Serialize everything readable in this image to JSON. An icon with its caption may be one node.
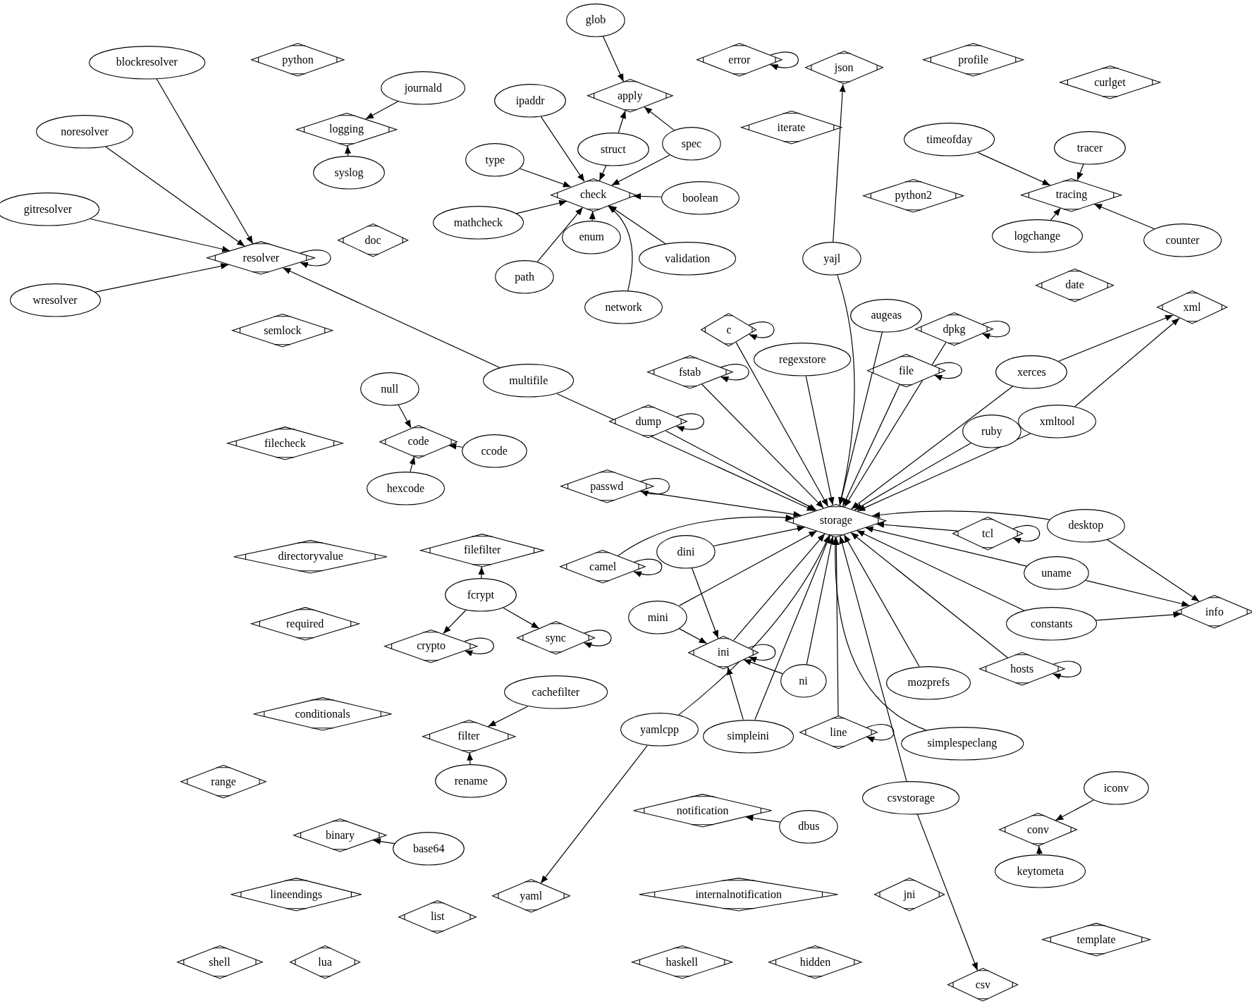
{
  "diagram": {
    "nodes": [
      {
        "text": [
          "glob"
        ]
      },
      {
        "text": [
          "python"
        ]
      },
      {
        "text": [
          "error"
        ]
      },
      {
        "text": [
          "json"
        ]
      },
      {
        "text": [
          "profile"
        ]
      },
      {
        "text": [
          "blockresolver"
        ]
      },
      {
        "text": [
          "journald"
        ]
      },
      {
        "text": [
          "curlget"
        ]
      },
      {
        "text": [
          "apply"
        ]
      },
      {
        "text": [
          "ipaddr"
        ]
      },
      {
        "text": [
          "logging"
        ]
      },
      {
        "text": [
          "iterate"
        ]
      },
      {
        "text": [
          "noresolver"
        ]
      },
      {
        "text": [
          "timeofday"
        ]
      },
      {
        "text": [
          "spec"
        ]
      },
      {
        "text": [
          "struct"
        ]
      },
      {
        "text": [
          "tracer"
        ]
      },
      {
        "text": [
          "type"
        ]
      },
      {
        "text": [
          "syslog"
        ]
      },
      {
        "text": [
          "check"
        ]
      },
      {
        "text": [
          "python2"
        ]
      },
      {
        "text": [
          "tracing"
        ]
      },
      {
        "text": [
          "boolean"
        ]
      },
      {
        "text": [
          "gitresolver"
        ]
      },
      {
        "text": [
          "mathcheck"
        ]
      },
      {
        "text": [
          "enum"
        ]
      },
      {
        "text": [
          "logchange"
        ]
      },
      {
        "text": [
          "doc"
        ]
      },
      {
        "text": [
          "counter"
        ]
      },
      {
        "text": [
          "resolver"
        ]
      },
      {
        "text": [
          "validation"
        ]
      },
      {
        "text": [
          "yajl"
        ]
      },
      {
        "text": [
          "path"
        ]
      },
      {
        "text": [
          "date"
        ]
      },
      {
        "text": [
          "wresolver"
        ]
      },
      {
        "text": [
          "network"
        ]
      },
      {
        "text": [
          "xml"
        ]
      },
      {
        "text": [
          "augeas"
        ]
      },
      {
        "text": [
          "c"
        ]
      },
      {
        "text": [
          "dpkg"
        ]
      },
      {
        "text": [
          "semlock"
        ]
      },
      {
        "text": [
          "regexstore"
        ]
      },
      {
        "text": [
          "file"
        ]
      },
      {
        "text": [
          "fstab"
        ]
      },
      {
        "text": [
          "xerces"
        ]
      },
      {
        "text": [
          "multifile"
        ]
      },
      {
        "text": [
          "null"
        ]
      },
      {
        "text": [
          "dump"
        ]
      },
      {
        "text": [
          "xmltool"
        ]
      },
      {
        "text": [
          "ruby"
        ]
      },
      {
        "text": [
          "code"
        ]
      },
      {
        "text": [
          "filecheck"
        ]
      },
      {
        "text": [
          "ccode"
        ]
      },
      {
        "text": [
          "passwd"
        ]
      },
      {
        "text": [
          "hexcode"
        ]
      },
      {
        "text": [
          "storage"
        ]
      },
      {
        "text": [
          "tcl"
        ]
      },
      {
        "text": [
          "desktop"
        ]
      },
      {
        "text": [
          "filefilter"
        ]
      },
      {
        "text": [
          "directoryvalue"
        ]
      },
      {
        "text": [
          "dini"
        ]
      },
      {
        "text": [
          "camel"
        ]
      },
      {
        "text": [
          "uname"
        ]
      },
      {
        "text": [
          "fcrypt"
        ]
      },
      {
        "text": [
          "mini"
        ]
      },
      {
        "text": [
          "info"
        ]
      },
      {
        "text": [
          "constants"
        ]
      },
      {
        "text": [
          "required"
        ]
      },
      {
        "text": [
          "sync"
        ]
      },
      {
        "text": [
          "crypto"
        ]
      },
      {
        "text": [
          "ini"
        ]
      },
      {
        "text": [
          "hosts"
        ]
      },
      {
        "text": [
          "ni"
        ]
      },
      {
        "text": [
          "mozprefs"
        ]
      },
      {
        "text": [
          "cachefilter"
        ]
      },
      {
        "text": [
          "conditionals"
        ]
      },
      {
        "text": [
          "yamlcpp"
        ]
      },
      {
        "text": [
          "simpleini"
        ]
      },
      {
        "text": [
          "line"
        ]
      },
      {
        "text": [
          "filter"
        ]
      },
      {
        "text": [
          "simplespeclang"
        ]
      },
      {
        "text": [
          "range"
        ]
      },
      {
        "text": [
          "rename"
        ]
      },
      {
        "text": [
          "csvstorage"
        ]
      },
      {
        "text": [
          "iconv"
        ]
      },
      {
        "text": [
          "notification"
        ]
      },
      {
        "text": [
          "dbus"
        ]
      },
      {
        "text": [
          "conv"
        ]
      },
      {
        "text": [
          "binary"
        ]
      },
      {
        "text": [
          "base64"
        ]
      },
      {
        "text": [
          "keytometa"
        ]
      },
      {
        "text": [
          "lineendings"
        ]
      },
      {
        "text": [
          "yaml"
        ]
      },
      {
        "text": [
          "internalnotification"
        ]
      },
      {
        "text": [
          "jni"
        ]
      },
      {
        "text": [
          "list"
        ]
      },
      {
        "text": [
          "template"
        ]
      },
      {
        "text": [
          "shell"
        ]
      },
      {
        "text": [
          "lua"
        ]
      },
      {
        "text": [
          "haskell"
        ]
      },
      {
        "text": [
          "hidden"
        ]
      },
      {
        "text": [
          "csv"
        ]
      }
    ],
    "edges": [
      {
        "from": 0,
        "to": 8,
        "arrow": "to"
      },
      {
        "from": 6,
        "to": 10,
        "arrow": "to"
      },
      {
        "from": 18,
        "to": 10,
        "arrow": "to"
      },
      {
        "from": 15,
        "to": 8,
        "arrow": "to"
      },
      {
        "from": 14,
        "to": 8,
        "arrow": "to"
      },
      {
        "from": 9,
        "to": 19,
        "arrow": "to"
      },
      {
        "from": 17,
        "to": 19,
        "arrow": "to"
      },
      {
        "from": 15,
        "to": 19,
        "arrow": "to"
      },
      {
        "from": 14,
        "to": 19,
        "arrow": "to"
      },
      {
        "from": 22,
        "to": 19,
        "arrow": "to"
      },
      {
        "from": 24,
        "to": 19,
        "arrow": "to"
      },
      {
        "from": 25,
        "to": 19,
        "arrow": "to"
      },
      {
        "from": 32,
        "to": 19,
        "arrow": "to"
      },
      {
        "from": 30,
        "to": 19,
        "arrow": "to"
      },
      {
        "from": 35,
        "to": 19,
        "arrow": "to"
      },
      {
        "from": 5,
        "to": 29,
        "arrow": "to"
      },
      {
        "from": 12,
        "to": 29,
        "arrow": "to"
      },
      {
        "from": 23,
        "to": 29,
        "arrow": "to"
      },
      {
        "from": 34,
        "to": 29,
        "arrow": "to"
      },
      {
        "from": 29,
        "to": 29,
        "arrow": "to"
      },
      {
        "from": 45,
        "to": 29,
        "arrow": "to"
      },
      {
        "from": 2,
        "to": 2,
        "arrow": "to"
      },
      {
        "from": 31,
        "to": 3,
        "arrow": "to"
      },
      {
        "from": 13,
        "to": 21,
        "arrow": "to"
      },
      {
        "from": 16,
        "to": 21,
        "arrow": "to"
      },
      {
        "from": 26,
        "to": 21,
        "arrow": "to"
      },
      {
        "from": 28,
        "to": 21,
        "arrow": "to"
      },
      {
        "from": 44,
        "to": 36,
        "arrow": "to"
      },
      {
        "from": 48,
        "to": 36,
        "arrow": "to"
      },
      {
        "from": 46,
        "to": 50,
        "arrow": "to"
      },
      {
        "from": 52,
        "to": 50,
        "arrow": "to"
      },
      {
        "from": 54,
        "to": 50,
        "arrow": "to"
      },
      {
        "from": 63,
        "to": 58,
        "arrow": "to"
      },
      {
        "from": 63,
        "to": 69,
        "arrow": "to"
      },
      {
        "from": 63,
        "to": 68,
        "arrow": "to"
      },
      {
        "from": 69,
        "to": 69,
        "arrow": "to"
      },
      {
        "from": 68,
        "to": 68,
        "arrow": "to"
      },
      {
        "from": 74,
        "to": 79,
        "arrow": "to"
      },
      {
        "from": 82,
        "to": 79,
        "arrow": "to"
      },
      {
        "from": 86,
        "to": 85,
        "arrow": "to"
      },
      {
        "from": 89,
        "to": 88,
        "arrow": "to"
      },
      {
        "from": 84,
        "to": 87,
        "arrow": "to"
      },
      {
        "from": 90,
        "to": 87,
        "arrow": "to"
      },
      {
        "from": 76,
        "to": 92,
        "arrow": "to"
      },
      {
        "from": 83,
        "to": 101,
        "arrow": "to"
      },
      {
        "from": 57,
        "to": 65,
        "arrow": "to"
      },
      {
        "from": 62,
        "to": 65,
        "arrow": "to"
      },
      {
        "from": 66,
        "to": 65,
        "arrow": "to"
      },
      {
        "from": 60,
        "to": 70,
        "arrow": "to"
      },
      {
        "from": 64,
        "to": 70,
        "arrow": "to"
      },
      {
        "from": 72,
        "to": 70,
        "arrow": "to"
      },
      {
        "from": 77,
        "to": 70,
        "arrow": "to"
      },
      {
        "from": 70,
        "to": 70,
        "arrow": "to"
      },
      {
        "from": 45,
        "to": 55,
        "arrow": "to"
      },
      {
        "from": 38,
        "to": 55,
        "arrow": "to"
      },
      {
        "from": 43,
        "to": 55,
        "arrow": "to"
      },
      {
        "from": 41,
        "to": 55,
        "arrow": "to"
      },
      {
        "from": 31,
        "to": 55,
        "arrow": "to"
      },
      {
        "from": 37,
        "to": 55,
        "arrow": "to"
      },
      {
        "from": 42,
        "to": 55,
        "arrow": "to"
      },
      {
        "from": 39,
        "to": 55,
        "arrow": "to"
      },
      {
        "from": 44,
        "to": 55,
        "arrow": "to"
      },
      {
        "from": 49,
        "to": 55,
        "arrow": "to"
      },
      {
        "from": 48,
        "to": 55,
        "arrow": "to"
      },
      {
        "from": 47,
        "to": 55,
        "arrow": "to"
      },
      {
        "from": 53,
        "to": 55,
        "arrow": "to"
      },
      {
        "from": 61,
        "to": 55,
        "arrow": "to"
      },
      {
        "from": 60,
        "to": 55,
        "arrow": "to"
      },
      {
        "from": 57,
        "to": 55,
        "arrow": "to"
      },
      {
        "from": 56,
        "to": 55,
        "arrow": "to"
      },
      {
        "from": 62,
        "to": 55,
        "arrow": "to"
      },
      {
        "from": 64,
        "to": 55,
        "arrow": "to"
      },
      {
        "from": 66,
        "to": 55,
        "arrow": "to"
      },
      {
        "from": 71,
        "to": 55,
        "arrow": "to"
      },
      {
        "from": 70,
        "to": 55,
        "arrow": "to"
      },
      {
        "from": 73,
        "to": 55,
        "arrow": "to"
      },
      {
        "from": 72,
        "to": 55,
        "arrow": "to"
      },
      {
        "from": 77,
        "to": 55,
        "arrow": "to"
      },
      {
        "from": 76,
        "to": 55,
        "arrow": "to"
      },
      {
        "from": 78,
        "to": 55,
        "arrow": "to"
      },
      {
        "from": 80,
        "to": 55,
        "arrow": "to"
      },
      {
        "from": 83,
        "to": 55,
        "arrow": "to"
      },
      {
        "from": 38,
        "to": 38,
        "arrow": "to"
      },
      {
        "from": 39,
        "to": 39,
        "arrow": "to"
      },
      {
        "from": 43,
        "to": 43,
        "arrow": "to"
      },
      {
        "from": 42,
        "to": 42,
        "arrow": "to"
      },
      {
        "from": 47,
        "to": 47,
        "arrow": "to"
      },
      {
        "from": 53,
        "to": 53,
        "arrow": "to"
      },
      {
        "from": 61,
        "to": 61,
        "arrow": "to"
      },
      {
        "from": 56,
        "to": 56,
        "arrow": "to"
      },
      {
        "from": 71,
        "to": 71,
        "arrow": "to"
      },
      {
        "from": 78,
        "to": 78,
        "arrow": "to"
      }
    ]
  }
}
